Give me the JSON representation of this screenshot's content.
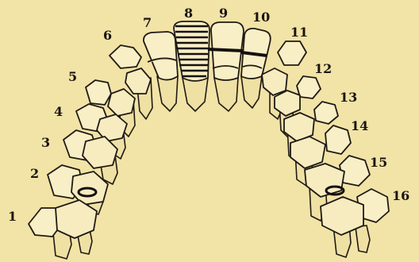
{
  "figure": {
    "tooth_numbers": [
      "1",
      "2",
      "3",
      "4",
      "5",
      "6",
      "7",
      "8",
      "9",
      "10",
      "11",
      "12",
      "13",
      "14",
      "15",
      "16"
    ]
  },
  "colors": {
    "paper": "#f2e3a6",
    "ink": "#1f1a14"
  }
}
